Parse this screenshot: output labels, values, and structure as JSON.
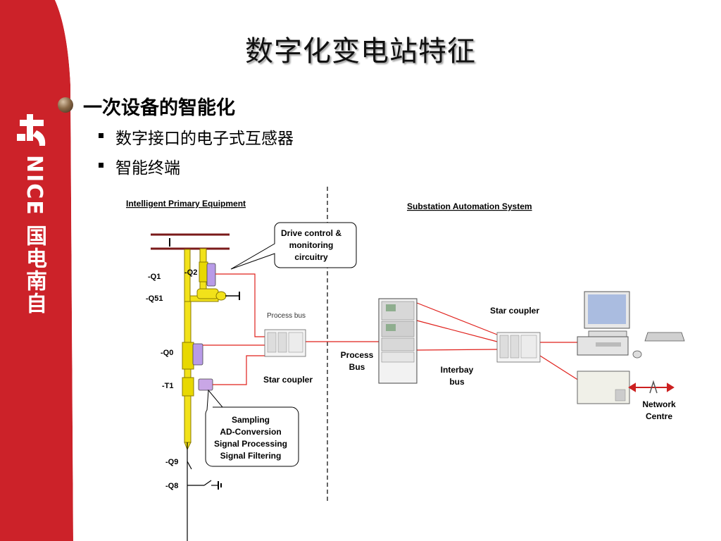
{
  "slide": {
    "title": "数字化变电站特征",
    "heading": "一次设备的智能化",
    "bullets": [
      "数字接口的电子式互感器",
      "智能终端"
    ]
  },
  "brand": {
    "logo_text": "NICE 国电南自",
    "color": "#cc2229"
  },
  "diagram": {
    "left_header": "Intelligent Primary Equipment",
    "right_header": "Substation Automation System",
    "callout_top": [
      "Drive control &",
      "monitoring",
      "circuitry"
    ],
    "callout_bottom": [
      "Sampling",
      "AD-Conversion",
      "Signal Processing",
      "Signal Filtering"
    ],
    "labels": {
      "q1": "-Q1",
      "q51": "-Q51",
      "q2": "-Q2",
      "q0": "-Q0",
      "t1": "-T1",
      "q9": "-Q9",
      "q8": "-Q8",
      "process_bus_small": "Process bus",
      "star_coupler_left": "Star coupler",
      "process_bus": [
        "Process",
        "Bus"
      ],
      "interbay_bus": [
        "Interbay",
        "bus"
      ],
      "star_coupler_right": "Star coupler",
      "network_centre": [
        "Network",
        "Centre"
      ]
    },
    "colors": {
      "link": "#e0201b",
      "primary": "#f2e21a"
    }
  }
}
